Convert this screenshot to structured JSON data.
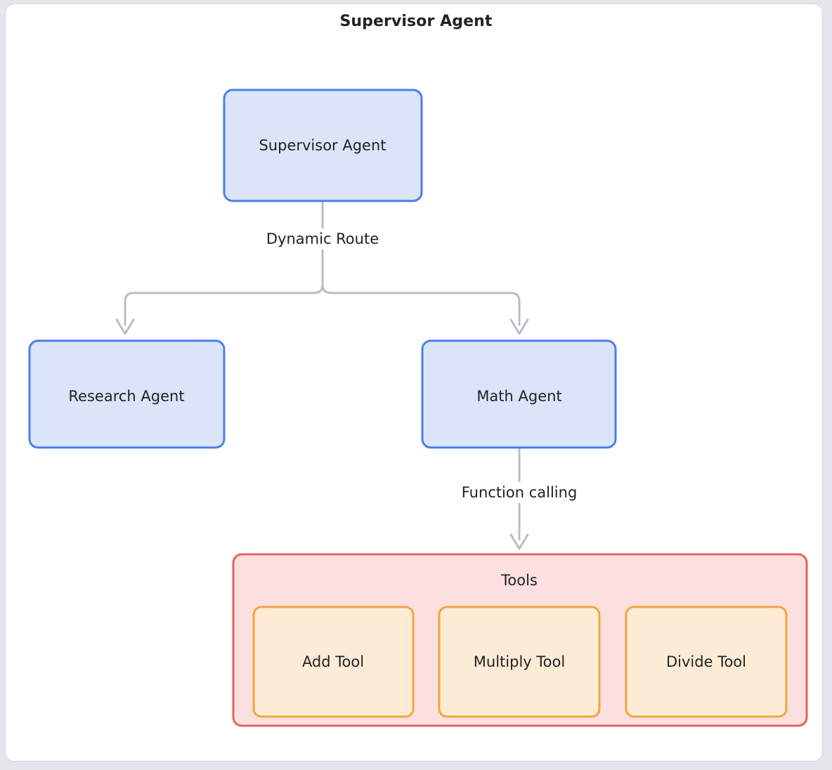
{
  "page": {
    "title": "Supervisor Agent",
    "background_color": "#e4e6eb",
    "frame_color": "#d3d6dd",
    "canvas_color": "#ffffff"
  },
  "colors": {
    "agent_fill": "#dce4f9",
    "agent_stroke": "#4a7ef0",
    "cluster_fill": "#fce0e0",
    "cluster_stroke": "#ef5f5f",
    "tool_fill": "#fdecd5",
    "tool_stroke": "#f5a33c",
    "edge_stroke": "#b9bdc3",
    "text": "#1f2023"
  },
  "diagram": {
    "type": "flowchart",
    "direction": "top-down",
    "nodes": [
      {
        "id": "supervisor",
        "label": "Supervisor Agent",
        "kind": "agent"
      },
      {
        "id": "research",
        "label": "Research Agent",
        "kind": "agent"
      },
      {
        "id": "math",
        "label": "Math Agent",
        "kind": "agent"
      }
    ],
    "clusters": [
      {
        "id": "tools",
        "label": "Tools",
        "kind": "group",
        "children": [
          {
            "id": "add",
            "label": "Add Tool",
            "kind": "tool"
          },
          {
            "id": "multiply",
            "label": "Multiply Tool",
            "kind": "tool"
          },
          {
            "id": "divide",
            "label": "Divide Tool",
            "kind": "tool"
          }
        ]
      }
    ],
    "edges": [
      {
        "from": "supervisor",
        "to": "research",
        "label": "Dynamic Route"
      },
      {
        "from": "supervisor",
        "to": "math",
        "label": "Dynamic Route"
      },
      {
        "from": "math",
        "to": "tools",
        "label": "Function calling"
      }
    ],
    "edge_labels": {
      "dynamic_route": "Dynamic Route",
      "function_calling": "Function calling"
    }
  }
}
